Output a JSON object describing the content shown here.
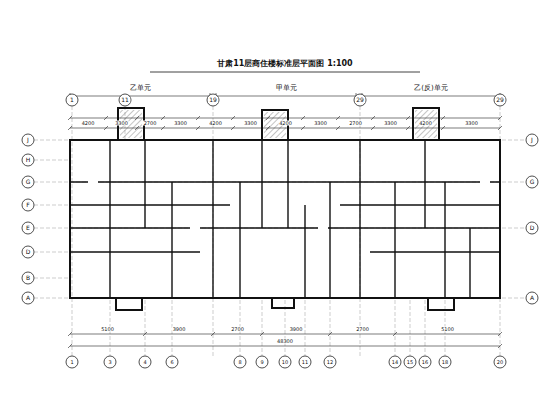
{
  "diagram": {
    "title": "甘肃11层商住楼标准层平面图 1:100",
    "labels": [
      "乙单元",
      "甲单元",
      "乙(反)单元",
      "1",
      "11",
      "19",
      "29",
      "29",
      "4200",
      "3300",
      "2700",
      "3300",
      "4200",
      "3300",
      "4200",
      "3300",
      "2700",
      "3300",
      "4200",
      "3300",
      "J",
      "H",
      "G",
      "F",
      "E",
      "D",
      "B",
      "A",
      "J",
      "G",
      "D",
      "A",
      "5100",
      "3900",
      "2700",
      "3900",
      "2700",
      "5100",
      "48300",
      "1",
      "3",
      "4",
      "6",
      "8",
      "9",
      "10",
      "11",
      "12",
      "14",
      "15",
      "16",
      "18",
      "20"
    ]
  }
}
